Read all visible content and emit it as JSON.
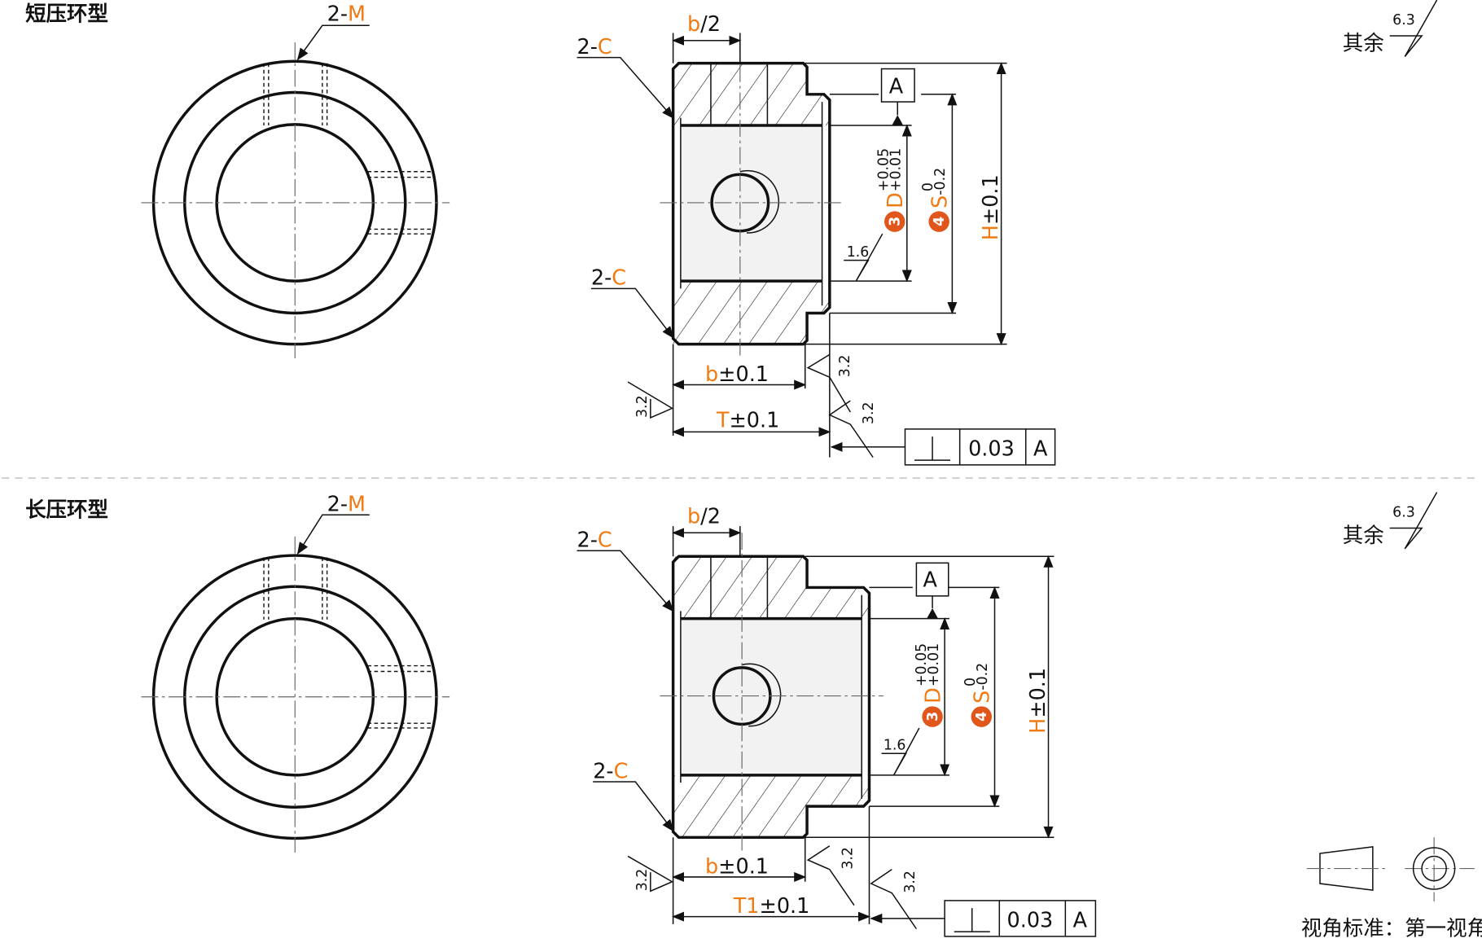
{
  "colors": {
    "accent": "#f07a14",
    "badge": "#e0561b",
    "fill": "#f2f2f2"
  },
  "short_type": {
    "title": "短压环型",
    "m_prefix": "2-",
    "m_label": "M",
    "c_prefix": "2-",
    "c_label": "C",
    "half_b": "b",
    "half_suffix": "/2",
    "b": "b",
    "b_tol": "±0.1",
    "t": "T",
    "t_tol": "±0.1",
    "h": "H",
    "h_tol": "±0.1",
    "d": "D",
    "d_tol_upper": "+0.05",
    "d_tol_lower": "+0.01",
    "d_badge": "3",
    "s": "S",
    "s_tol_upper": "0",
    "s_tol_lower": "-0.2",
    "s_badge": "4",
    "datum": "A",
    "rough_16": "1.6",
    "rough_32": "3.2",
    "rest_label": "其余",
    "rest_rough": "6.3",
    "frame_value": "0.03",
    "frame_datum": "A"
  },
  "long_type": {
    "title": "长压环型",
    "m_prefix": "2-",
    "m_label": "M",
    "c_prefix": "2-",
    "c_label": "C",
    "half_b": "b",
    "half_suffix": "/2",
    "b": "b",
    "b_tol": "±0.1",
    "t": "T",
    "t_sub": "1",
    "t_tol": "±0.1",
    "h": "H",
    "h_tol": "±0.1",
    "d": "D",
    "d_tol_upper": "+0.05",
    "d_tol_lower": "+0.01",
    "d_badge": "3",
    "s": "S",
    "s_tol_upper": "0",
    "s_tol_lower": "-0.2",
    "s_badge": "4",
    "datum": "A",
    "rough_16": "1.6",
    "rough_32": "3.2",
    "rest_label": "其余",
    "rest_rough": "6.3",
    "frame_value": "0.03",
    "frame_datum": "A"
  },
  "projection": {
    "label": "视角标准：第一视角"
  }
}
